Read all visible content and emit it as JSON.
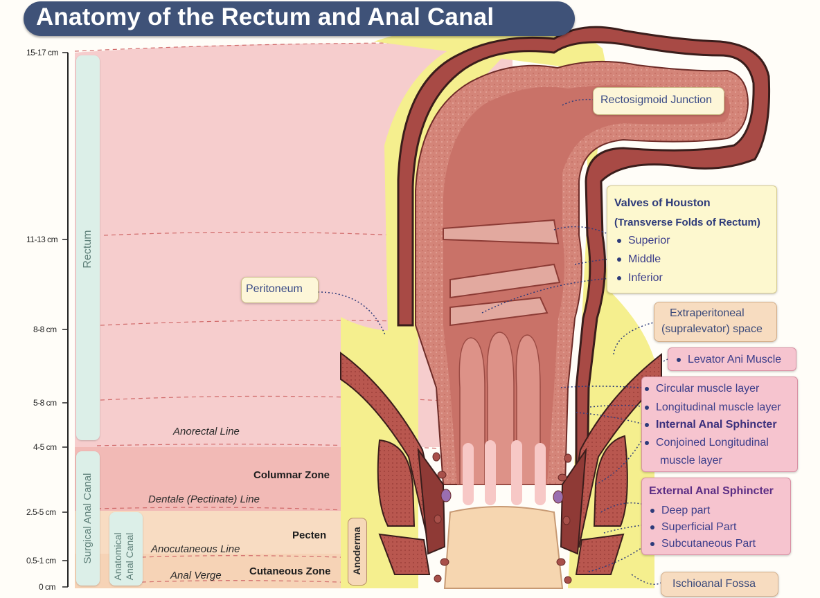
{
  "title": "Anatomy of the Rectum and Anal Canal",
  "scale": {
    "ticks": [
      "15-17 cm",
      "11-13 cm",
      "8-8 cm",
      "5-8 cm",
      "4-5 cm",
      "2.5-5 cm",
      "0.5-1 cm",
      "0 cm"
    ]
  },
  "regions": {
    "rectum": "Rectum",
    "surgical_anal_canal": "Surgical Anal Canal",
    "anatomical_anal_canal": "Anatomical Anal Canal",
    "anoderma": "Anoderma"
  },
  "zones": {
    "columnar": "Columnar Zone",
    "pecten": "Pecten",
    "cutaneous": "Cutaneous Zone"
  },
  "lines": {
    "anorectal": "Anorectal Line",
    "dentate": "Dentale (Pectinate) Line",
    "anocutaneous": "Anocutaneous Line",
    "anal_verge": "Anal Verge"
  },
  "callouts": {
    "rectosigmoid": "Rectosigmoid Junction",
    "peritoneum": "Peritoneum",
    "houston": {
      "title_line1": "Valves of Houston",
      "title_line2": "(Transverse Folds of Rectum)",
      "items": [
        "Superior",
        "Middle",
        "Inferior"
      ]
    },
    "extraperitoneal": {
      "line1": "Extraperitoneal",
      "line2": "(supralevator) space"
    },
    "levator": "Levator Ani Muscle",
    "muscle_layers": {
      "items": [
        "Circular muscle layer",
        "Longitudinal muscle layer",
        "Internal Anal Sphincter",
        "Conjoined Longitudinal"
      ],
      "continuation": "muscle layer"
    },
    "external": {
      "title": "External Anal Sphincter",
      "items": [
        "Deep part",
        "Superficial Part",
        "Subcutaneous Part"
      ]
    },
    "ischioanal": "Ischioanal Fossa"
  },
  "colors": {
    "title_bg": "#3f5278",
    "rectum_band": "#f5c9c9",
    "columnar_band": "#f2b9b5",
    "pecten_band": "#f7d9bd",
    "fat": "#f5ef8e",
    "mucosa": "#d98a80",
    "muscle": "#b6554f",
    "callout_yellow": "#fdf8cf",
    "callout_pink": "#f6c4cf",
    "callout_orange": "#f7dcc0"
  }
}
